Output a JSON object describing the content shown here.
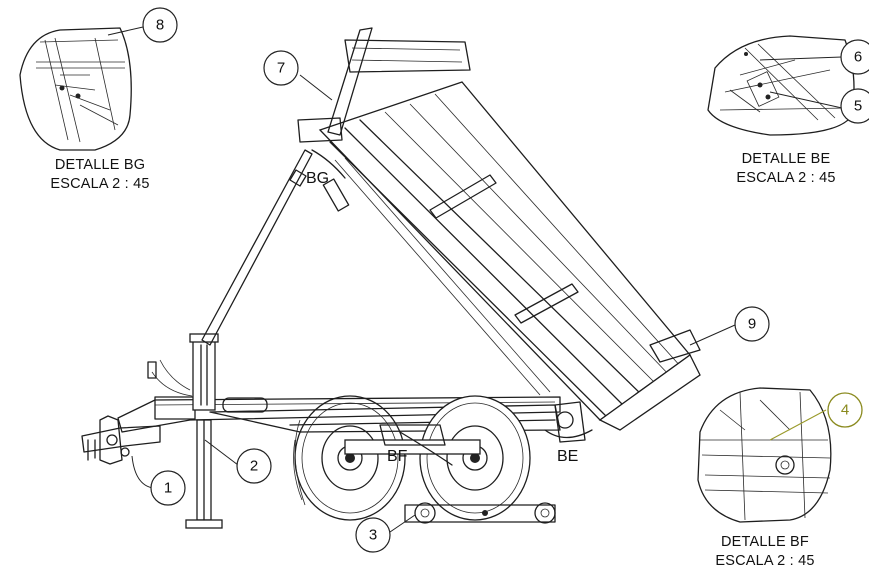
{
  "details": [
    {
      "title": "DETALLE BG",
      "scale": "ESCALA 2 : 45"
    },
    {
      "title": "DETALLE BE",
      "scale": "ESCALA 2 : 45"
    },
    {
      "title": "DETALLE BF",
      "scale": "ESCALA 2 : 45"
    }
  ],
  "balloons": [
    "1",
    "2",
    "3",
    "4",
    "5",
    "6",
    "7",
    "8",
    "9"
  ],
  "section_marks": [
    "BG",
    "BF",
    "BE"
  ],
  "colors": {
    "line": "#1e1e1e",
    "highlight": "#8a8a1e"
  }
}
